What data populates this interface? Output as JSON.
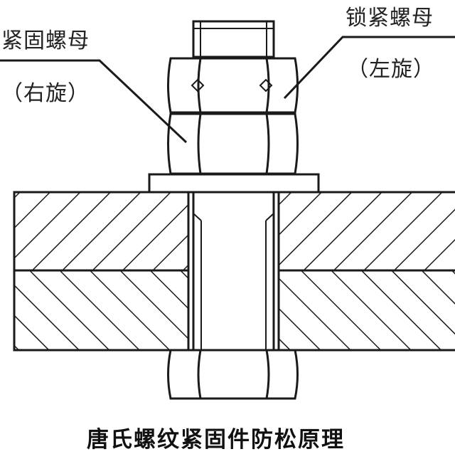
{
  "labels": {
    "tight_nut": "紧固螺母",
    "tight_nut_dir": "（右旋）",
    "lock_nut": "锁紧螺母",
    "lock_nut_dir": "（左旋）"
  },
  "caption": "唐氏螺纹紧固件防松原理",
  "colors": {
    "line": "#1a1a1a",
    "background": "#ffffff"
  }
}
